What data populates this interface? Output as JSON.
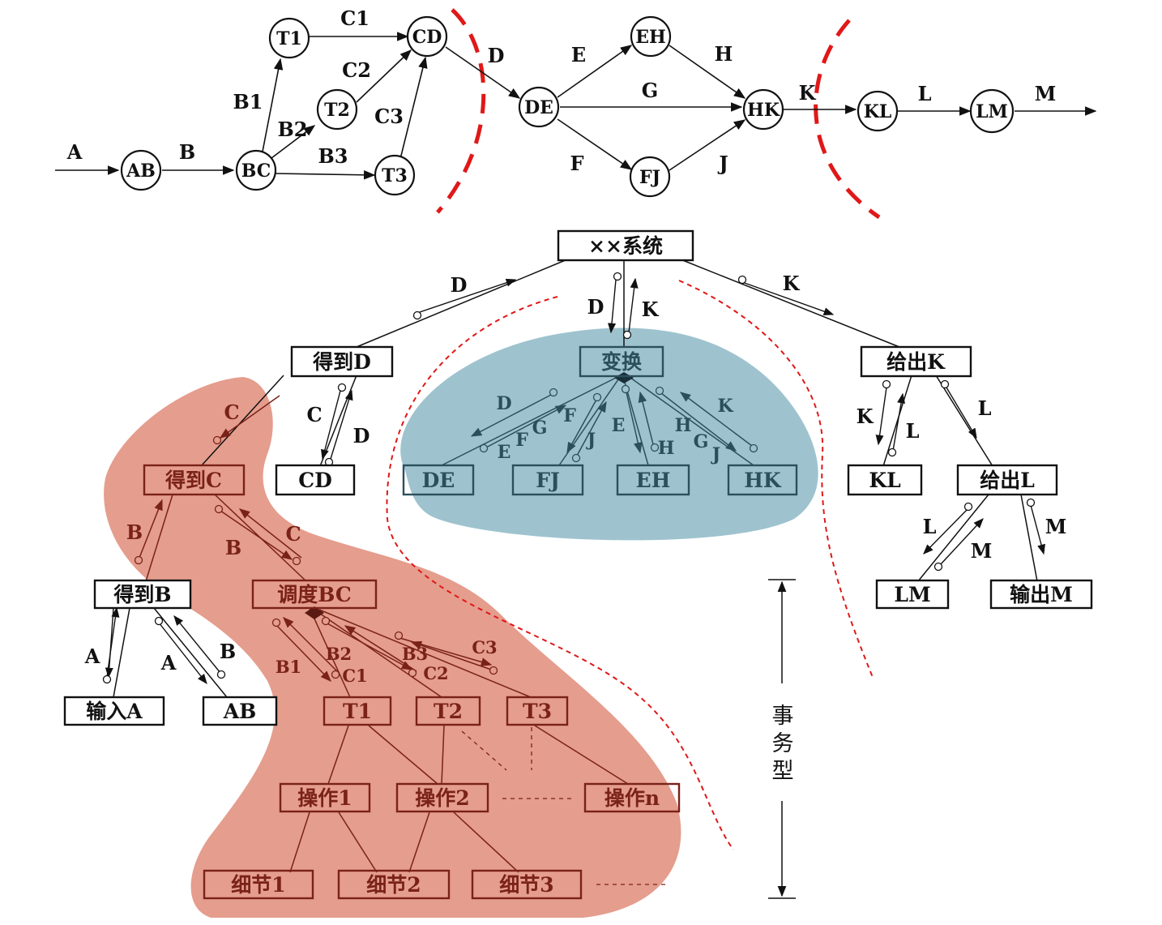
{
  "colors": {
    "red_dash": "#e01818",
    "blue_region": "#9ec3cf",
    "salmon_region": "#e59d8d",
    "ink": "#111111",
    "blue_ink": "#2d4f5c",
    "red_ink": "#7a2218"
  },
  "flow": {
    "nodes": {
      "AB": "AB",
      "BC": "BC",
      "T1": "T1",
      "T2": "T2",
      "T3": "T3",
      "CD": "CD",
      "DE": "DE",
      "EH": "EH",
      "FJ": "FJ",
      "HK": "HK",
      "KL": "KL",
      "LM": "LM"
    },
    "edges": {
      "A": "A",
      "B": "B",
      "B1": "B1",
      "B2": "B2",
      "B3": "B3",
      "C1": "C1",
      "C2": "C2",
      "C3": "C3",
      "D": "D",
      "E": "E",
      "F": "F",
      "G": "G",
      "H": "H",
      "J": "J",
      "K": "K",
      "L": "L",
      "M": "M"
    }
  },
  "structure": {
    "boxes": {
      "system": "××系统",
      "get_d": "得到D",
      "transform": "变换",
      "give_k": "给出K",
      "get_c": "得到C",
      "cd": "CD",
      "de": "DE",
      "fj": "FJ",
      "eh": "EH",
      "hk": "HK",
      "kl": "KL",
      "give_l": "给出L",
      "get_b": "得到B",
      "dispatch_bc": "调度BC",
      "lm": "LM",
      "output_m": "输出M",
      "input_a": "输入A",
      "ab": "AB",
      "t1": "T1",
      "t2": "T2",
      "t3": "T3",
      "op1": "操作1",
      "op2": "操作2",
      "opn": "操作n",
      "detail1": "细节1",
      "detail2": "细节2",
      "detail3": "细节3"
    },
    "labels": {
      "D": "D",
      "K": "K",
      "C": "C",
      "B": "B",
      "A": "A",
      "E": "E",
      "F": "F",
      "G": "G",
      "H": "H",
      "J": "J",
      "L": "L",
      "M": "M",
      "B1": "B1",
      "B2": "B2",
      "B3": "B3",
      "C1": "C1",
      "C2": "C2",
      "C3": "C3"
    },
    "transaction_label": [
      "事",
      "务",
      "型"
    ]
  }
}
